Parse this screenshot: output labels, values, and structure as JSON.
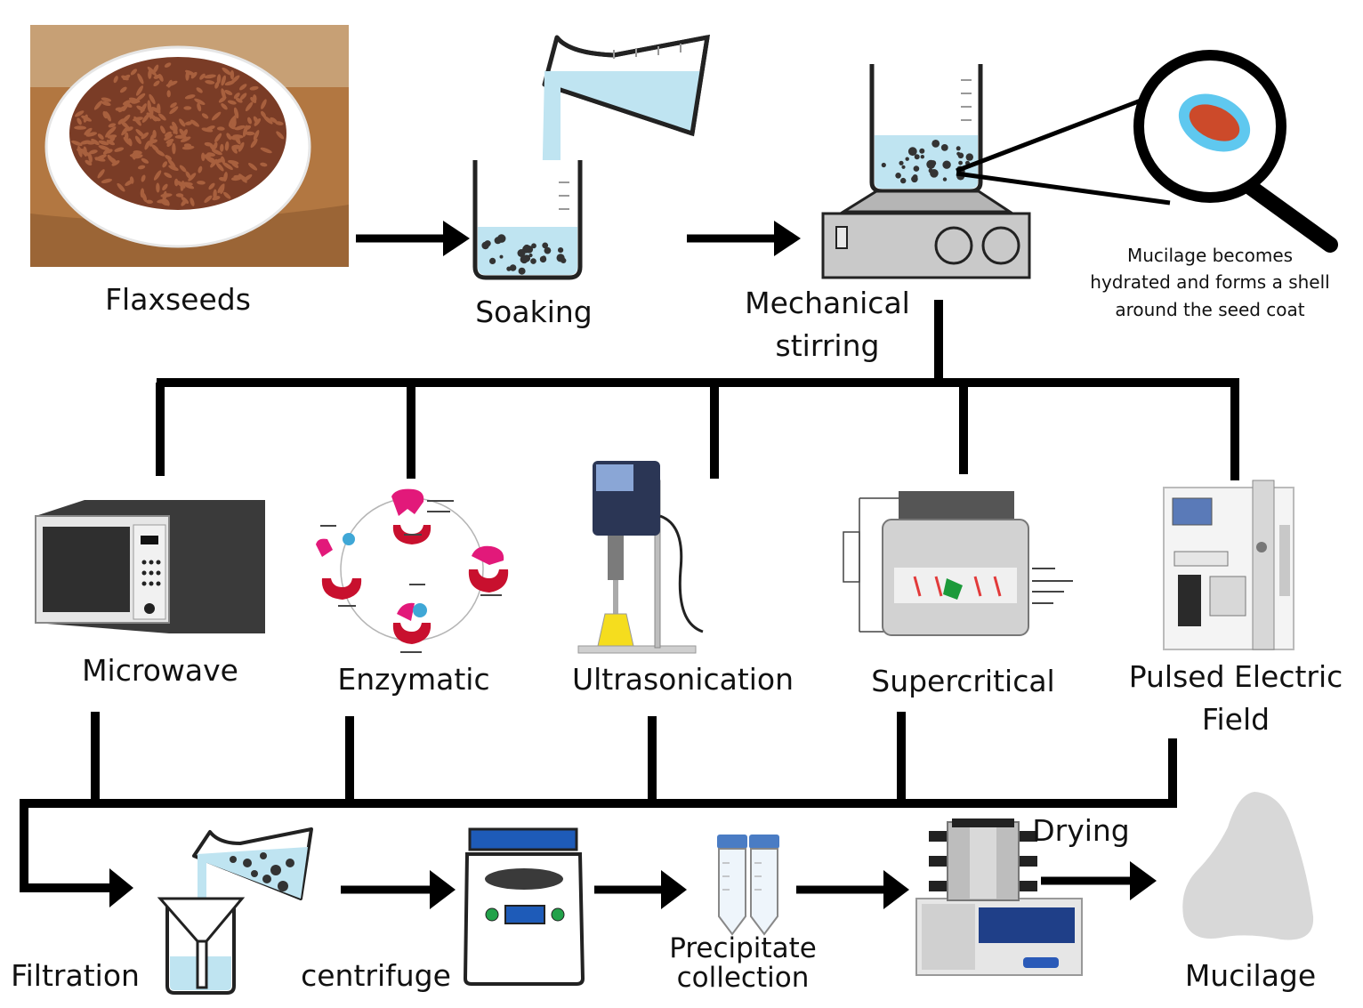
{
  "labels": {
    "flaxseeds": "Flaxseeds",
    "soaking": "Soaking",
    "mechanical_line1": "Mechanical",
    "mechanical_line2": "stirring",
    "mucilage_note_line1": "Mucilage becomes",
    "mucilage_note_line2": "hydrated and forms a shell",
    "mucilage_note_line3": "around the seed coat",
    "microwave": "Microwave",
    "enzymatic": "Enzymatic",
    "ultrasonication": "Ultrasonication",
    "supercritical": "Supercritical",
    "pef_line1": "Pulsed Electric",
    "pef_line2": "Field",
    "filtration": "Filtration",
    "centrifuge": "centrifuge",
    "precipitate_line1": "Precipitate",
    "precipitate_line2": "collection",
    "drying": "Drying",
    "mucilage": "Mucilage"
  },
  "colors": {
    "line": "#000000",
    "water": "#bfe4f1",
    "glass": "#2a2a2a",
    "seed": "#8b4a2c",
    "bowl_wood": "#a56a36",
    "enzyme_red": "#c8102e",
    "enzyme_pink": "#e2197a",
    "centrifuge_blue": "#1e5bb8",
    "mucilage_grey": "#d8d8d8"
  }
}
